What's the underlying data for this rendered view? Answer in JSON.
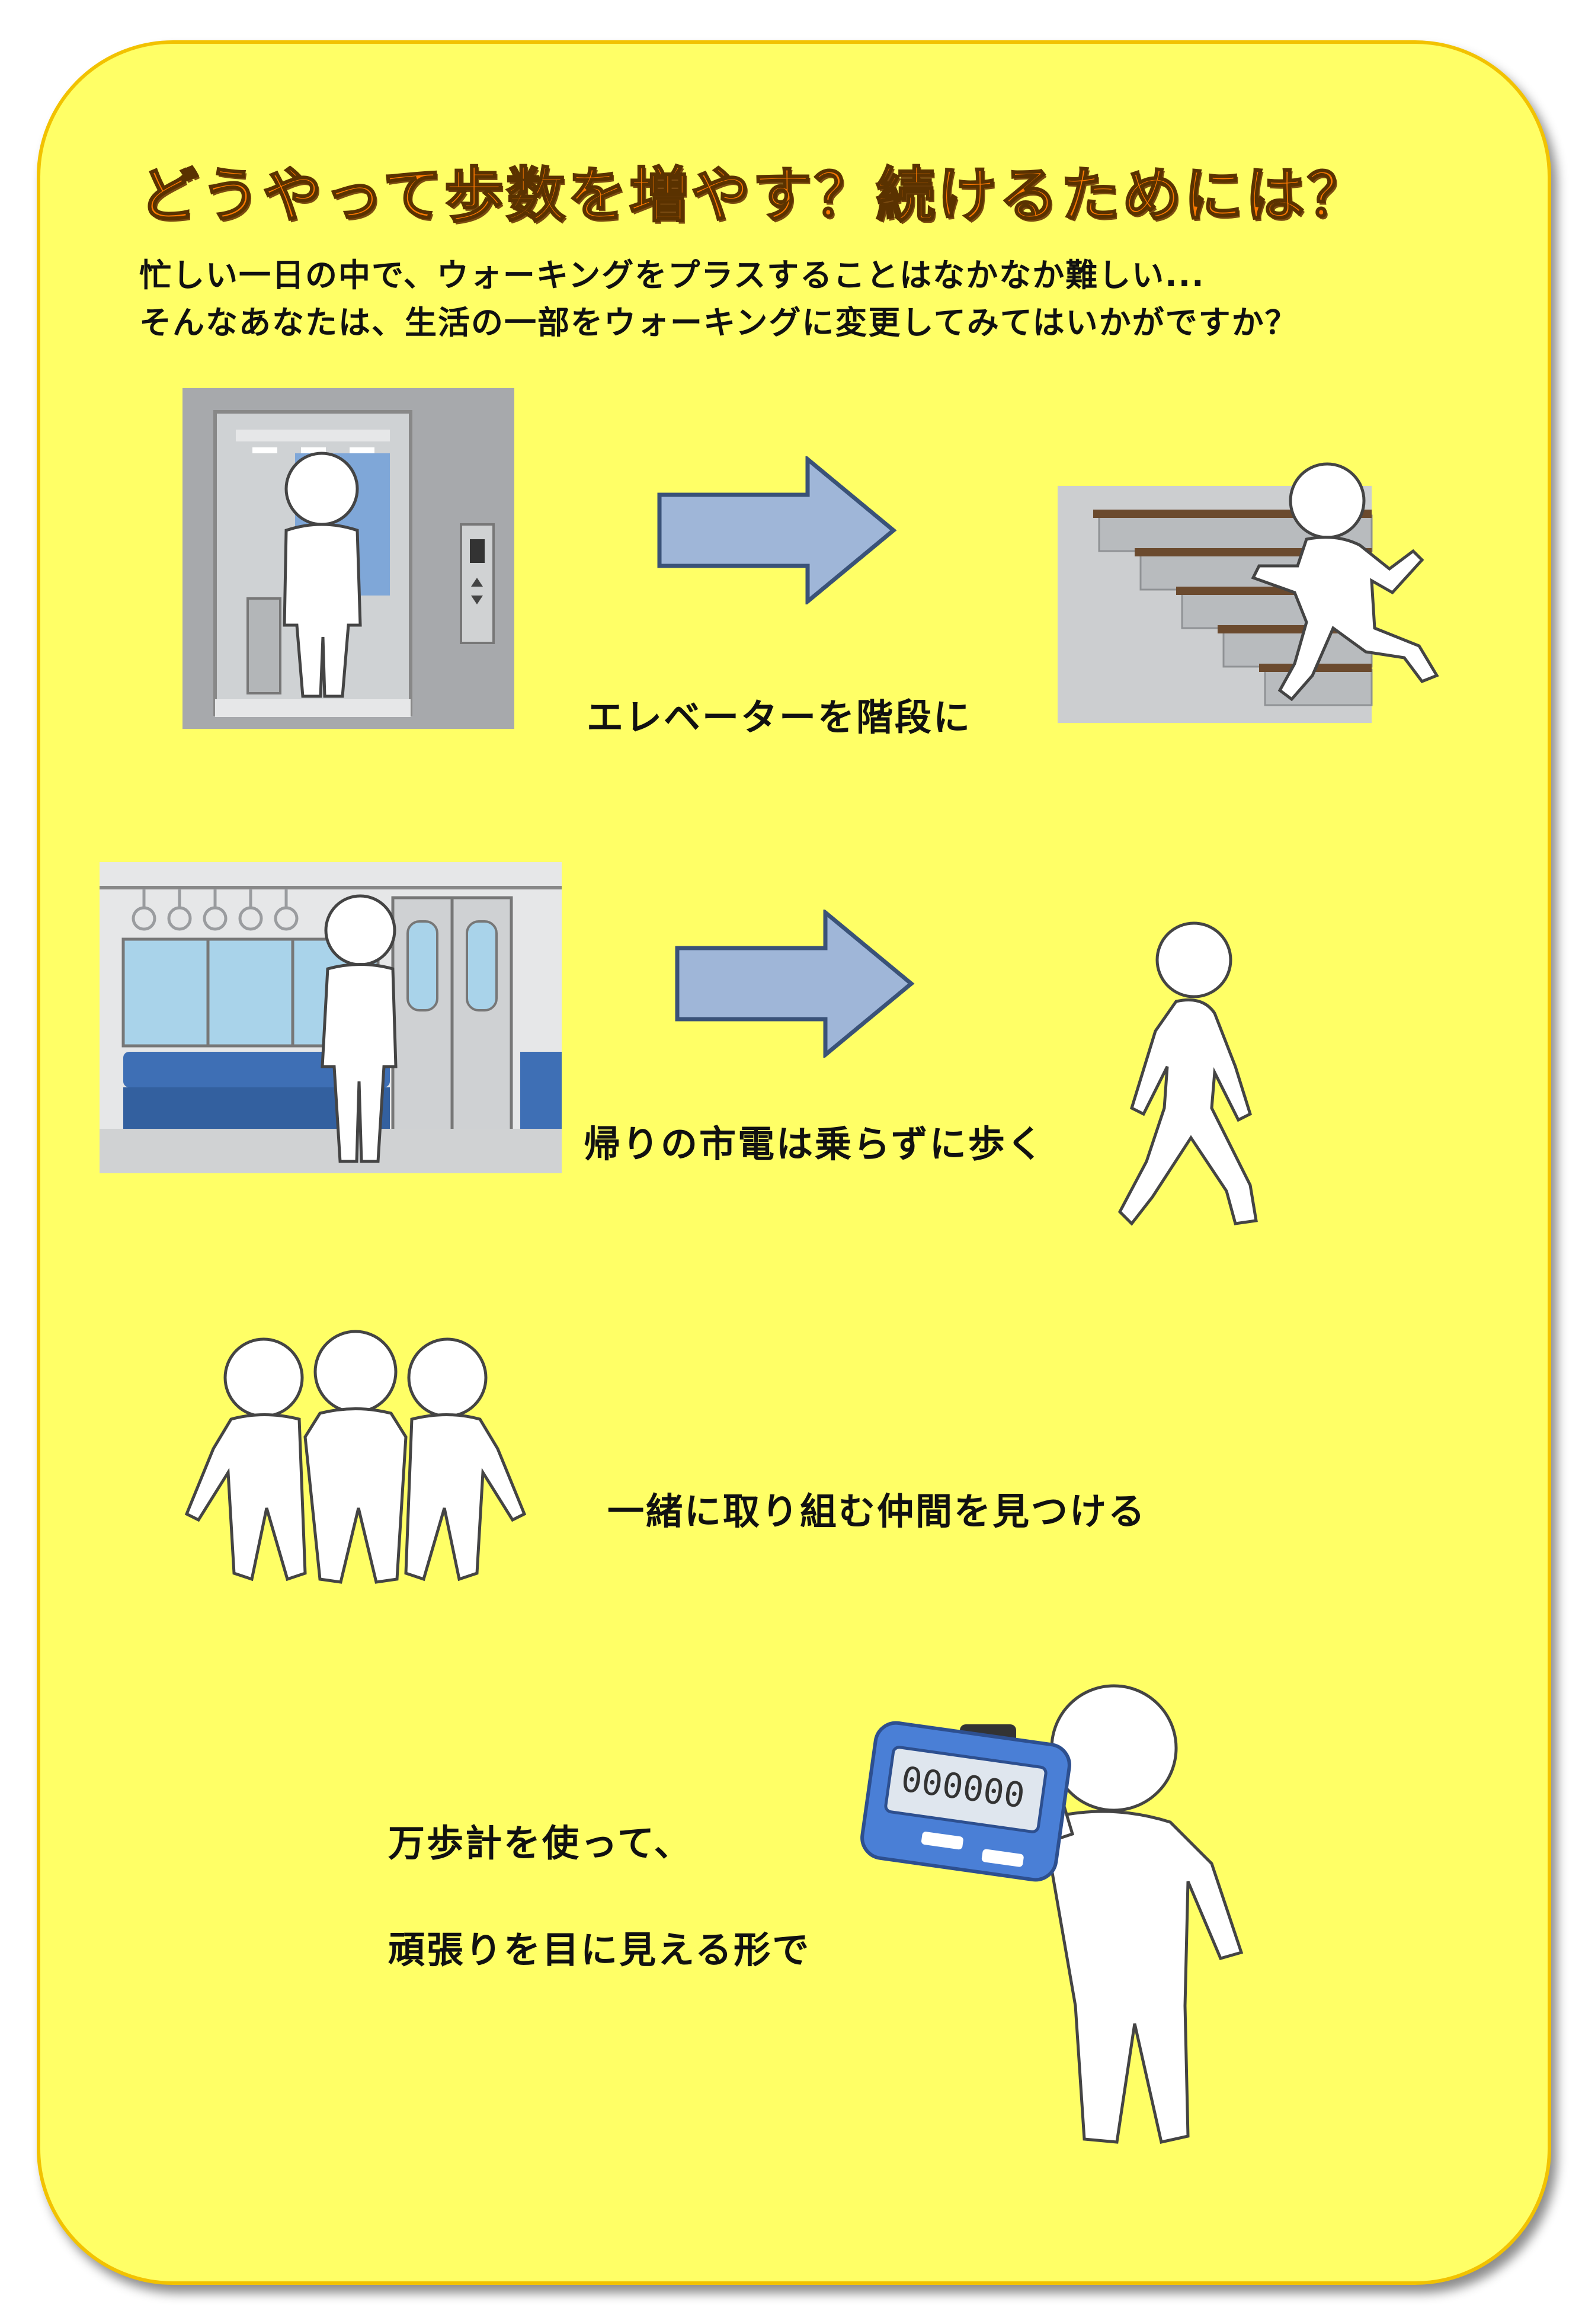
{
  "title": "どうやって歩数を増やす？続けるためには？",
  "intro": [
    "忙しい一日の中で、ウォーキングをプラスすることはなかなか難しい...",
    "そんなあなたは、生活の一部をウォーキングに変更してみてはいかがですか？"
  ],
  "tips": [
    {
      "label": "エレベーターを階段に",
      "from_icon": "elevator-icon",
      "to_icon": "stairs-icon"
    },
    {
      "label": "帰りの市電は乗らずに歩く",
      "from_icon": "train-icon",
      "to_icon": "walking-person-icon"
    },
    {
      "label": "一緒に取り組む仲間を見つける",
      "icon": "three-friends-icon"
    },
    {
      "lines": [
        "万歩計を使って、",
        "頑張りを目に見える形で"
      ],
      "icon": "pedometer-person-icon",
      "counter": "000000"
    }
  ],
  "colors": {
    "background": "#ffff66",
    "border": "#f2c200",
    "title": "#ff7a00",
    "arrow": "#9fb6d8"
  }
}
